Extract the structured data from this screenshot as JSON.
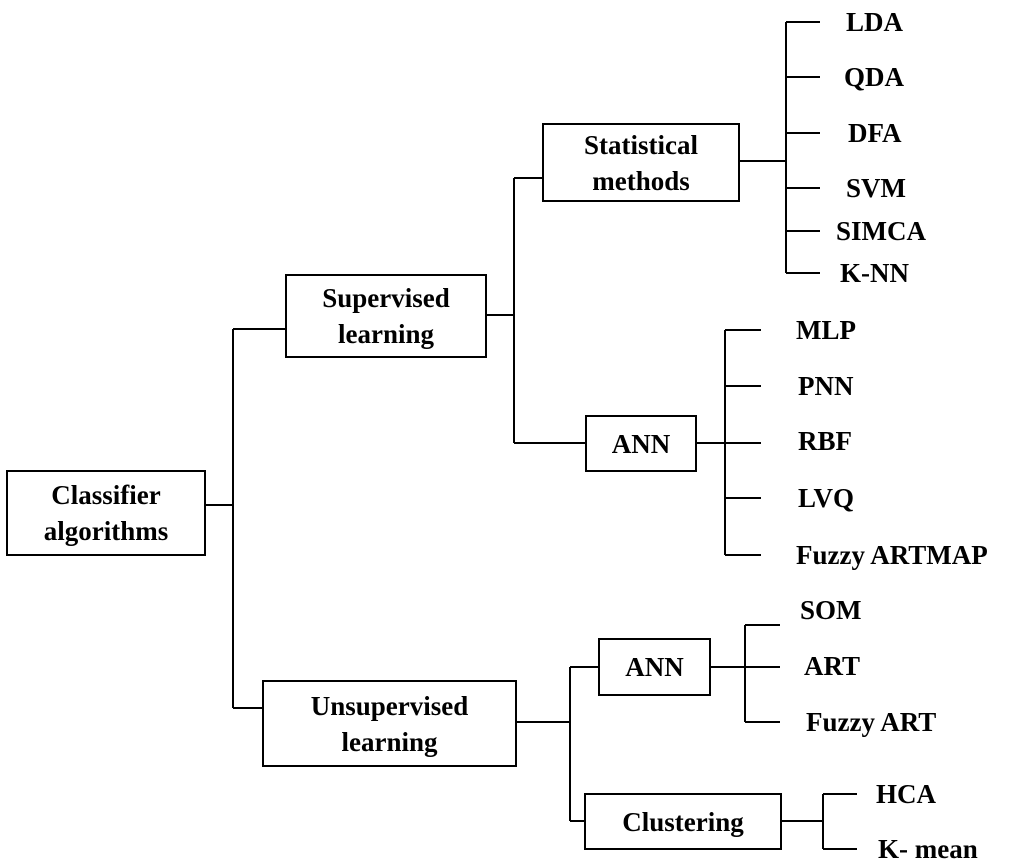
{
  "root": "Classifier\nalgorithms",
  "supervised": {
    "label": "Supervised\nlearning",
    "statistical": {
      "label": "Statistical\nmethods",
      "items": [
        "LDA",
        "QDA",
        "DFA",
        "SVM",
        "SIMCA",
        "K-NN"
      ]
    },
    "ann": {
      "label": "ANN",
      "items": [
        "MLP",
        "PNN",
        "RBF",
        "LVQ",
        "Fuzzy ARTMAP"
      ]
    }
  },
  "unsupervised": {
    "label": "Unsupervised\nlearning",
    "ann": {
      "label": "ANN",
      "items": [
        "SOM",
        "ART",
        "Fuzzy ART"
      ]
    },
    "clustering": {
      "label": "Clustering",
      "items": [
        "HCA",
        "K- mean"
      ]
    }
  }
}
